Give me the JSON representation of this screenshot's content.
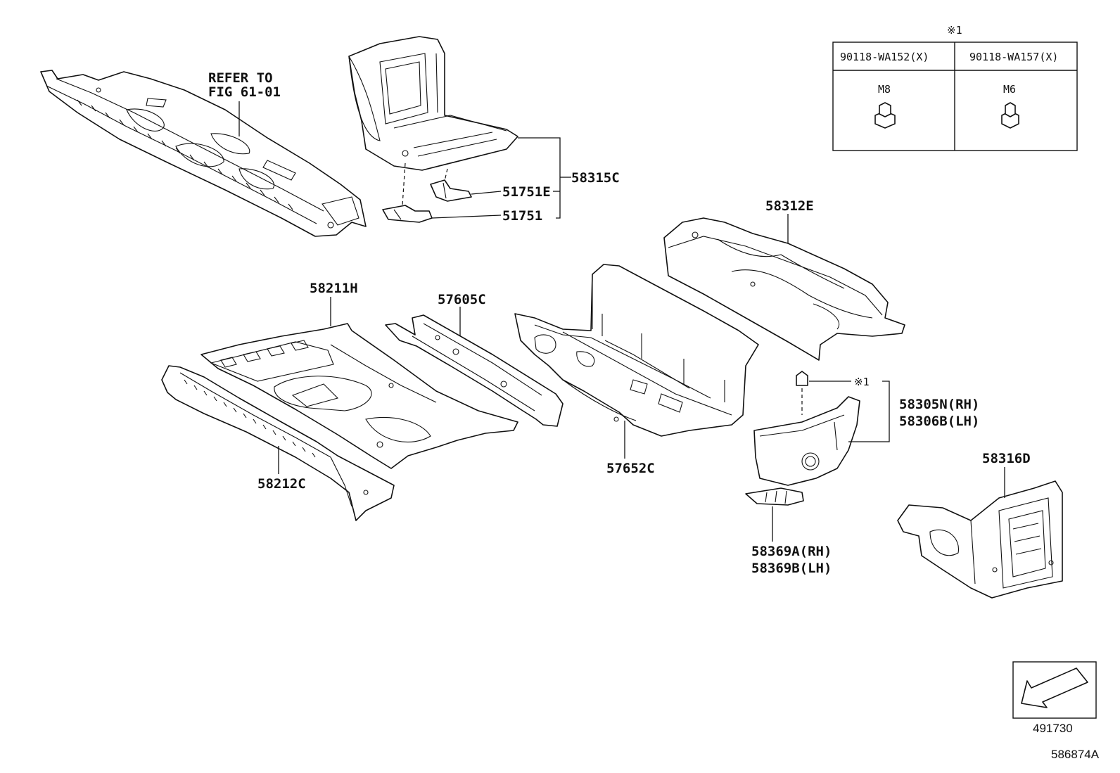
{
  "diagram": {
    "reference_note": {
      "line1": "REFER TO",
      "line2": "FIG 61-01"
    },
    "parts": {
      "p58315C": "58315C",
      "p51751E": "51751E",
      "p51751": "51751",
      "p58312E": "58312E",
      "p58211H": "58211H",
      "p57605C": "57605C",
      "p57652C": "57652C",
      "p58212C": "58212C",
      "p58305N": "58305N(RH)",
      "p58306B": "58306B(LH)",
      "p58316D": "58316D",
      "p58369A": "58369A(RH)",
      "p58369B": "58369B(LH)"
    },
    "note_mark": "※1",
    "fastener_table": {
      "title": "※1",
      "columns": [
        {
          "part_no": "90118-WA152(X)",
          "size": "M8"
        },
        {
          "part_no": "90118-WA157(X)",
          "size": "M6"
        }
      ]
    },
    "orientation_code": "491730",
    "figure_code": "586874A"
  }
}
